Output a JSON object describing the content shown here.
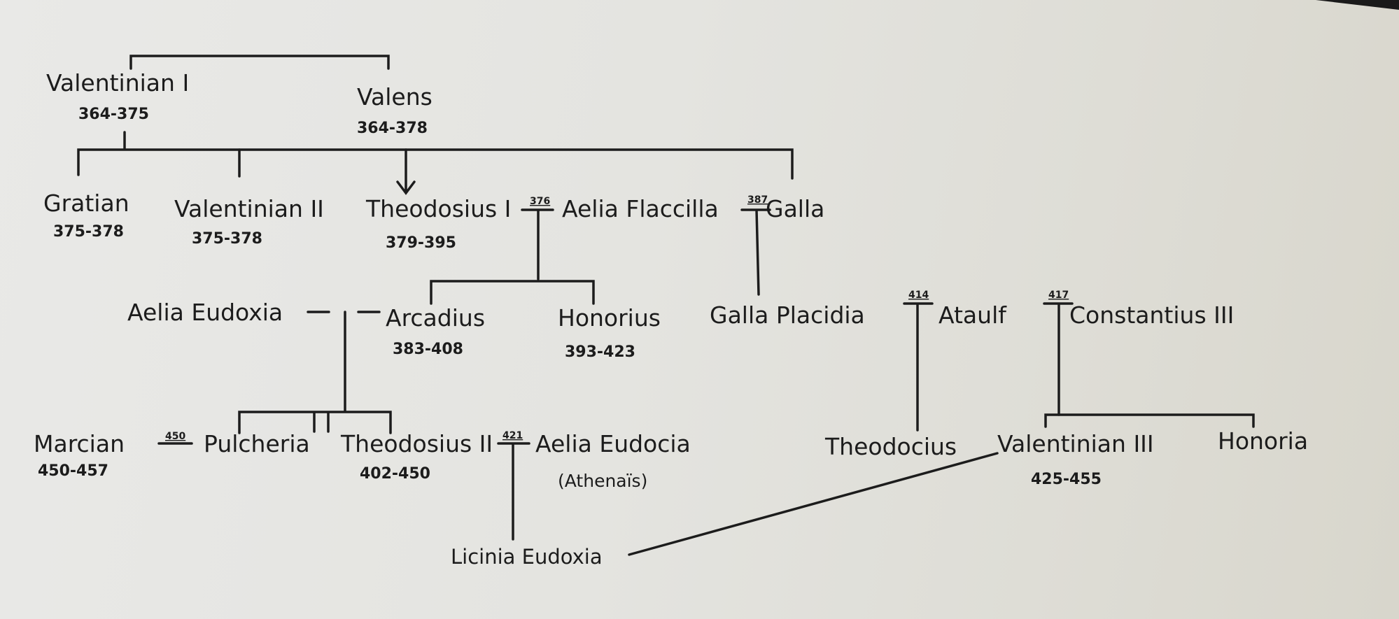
{
  "people": {
    "valentinian_i": {
      "name": "Valentinian I",
      "reign": "364-375"
    },
    "valens": {
      "name": "Valens",
      "reign": "364-378"
    },
    "gratian": {
      "name": "Gratian",
      "reign": "375-378"
    },
    "valentinian_ii": {
      "name": "Valentinian II",
      "reign": "375-378"
    },
    "theodosius_i": {
      "name": "Theodosius I",
      "reign": "379-395"
    },
    "aelia_flaccilla": {
      "name": "Aelia Flaccilla"
    },
    "galla": {
      "name": "Galla"
    },
    "aelia_eudoxia": {
      "name": "Aelia Eudoxia"
    },
    "arcadius": {
      "name": "Arcadius",
      "reign": "383-408"
    },
    "honorius": {
      "name": "Honorius",
      "reign": "393-423"
    },
    "galla_placidia": {
      "name": "Galla Placidia"
    },
    "ataulf": {
      "name": "Ataulf"
    },
    "constantius_iii": {
      "name": "Constantius III"
    },
    "marcian": {
      "name": "Marcian",
      "reign": "450-457"
    },
    "pulcheria": {
      "name": "Pulcheria"
    },
    "theodosius_ii": {
      "name": "Theodosius II",
      "reign": "402-450"
    },
    "aelia_eudocia": {
      "name": "Aelia Eudocia",
      "alias": "(Athenaïs)"
    },
    "theodocius": {
      "name": "Theodocius"
    },
    "valentinian_iii": {
      "name": "Valentinian III",
      "reign": "425-455"
    },
    "honoria": {
      "name": "Honoria"
    },
    "licinia_eudoxia": {
      "name": "Licinia Eudoxia"
    }
  },
  "marriages": {
    "theodosius_flaccilla": "376",
    "theodosius_galla": "387",
    "marcian_pulcheria": "450",
    "theodosius_ii_eudocia": "421",
    "placidia_ataulf": "414",
    "placidia_constantius": "417"
  },
  "colors": {
    "ink": "#1c1c1c",
    "paper": "#e6e6e3"
  }
}
